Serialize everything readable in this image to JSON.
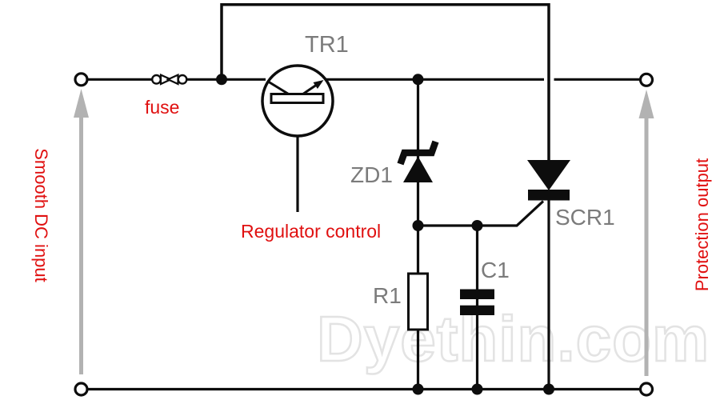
{
  "watermark": "Dyethin.com",
  "components": {
    "transistor": "TR1",
    "zener": "ZD1",
    "thyristor": "SCR1",
    "resistor": "R1",
    "capacitor": "C1",
    "fuse": "fuse"
  },
  "annotations": {
    "regulator_control": "Regulator control",
    "input": "Smooth DC input",
    "output": "Protection output"
  },
  "colors": {
    "wire": "#0d0d0d",
    "component_label": "#7b7b7b",
    "annotation": "#e01010",
    "flow_arrow": "#b2b2b2",
    "watermark_outline": "#e3e3e3",
    "background": "#ffffff"
  }
}
